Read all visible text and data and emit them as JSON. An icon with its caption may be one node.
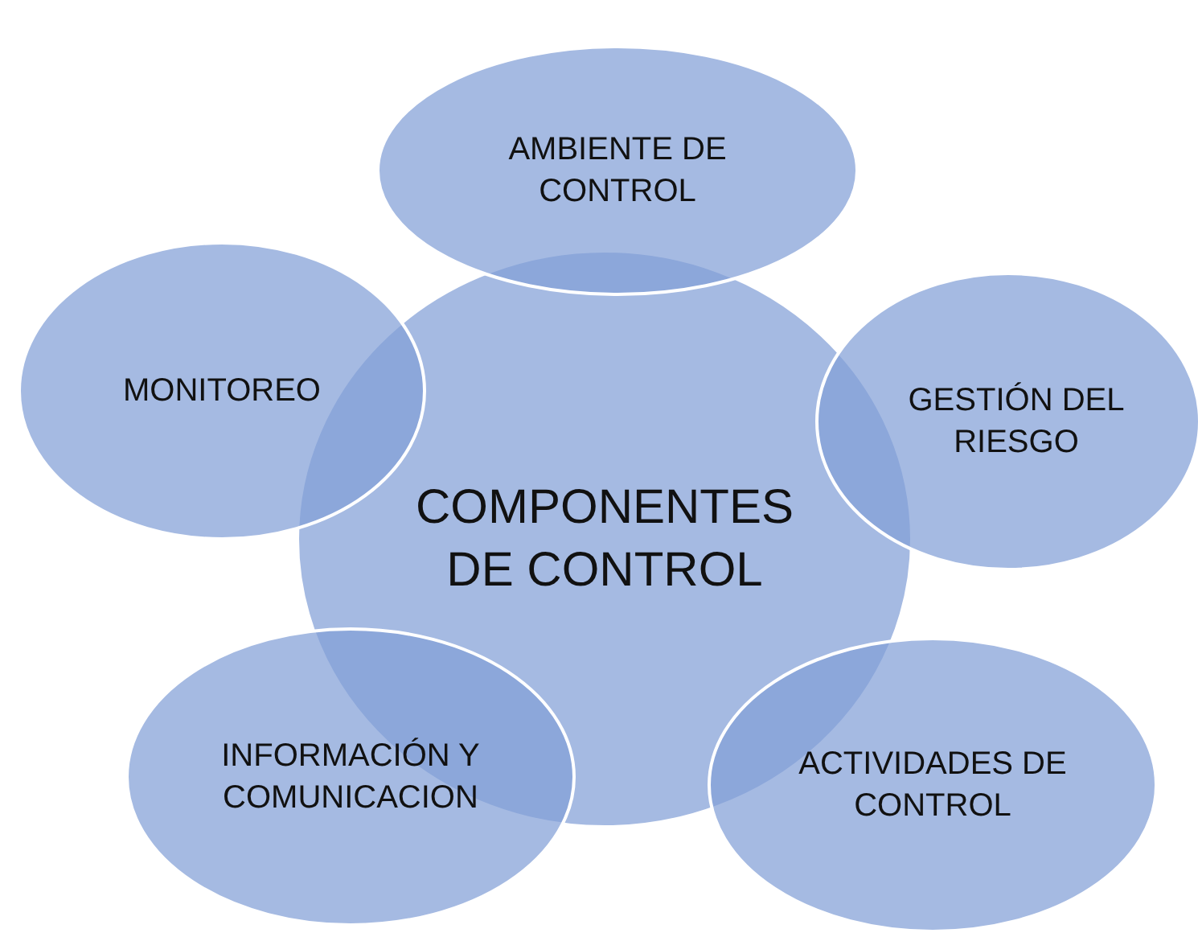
{
  "diagram": {
    "nodes": [
      {
        "text": [
          "COMPONENTES DE CONTROL"
        ]
      },
      {
        "text": [
          "AMBIENTE DE CONTROL"
        ]
      },
      {
        "text": [
          "GESTIÓN DEL RIESGO"
        ]
      },
      {
        "text": [
          "ACTIVIDADES DE CONTROL"
        ]
      },
      {
        "text": [
          "INFORMACIÓN Y COMUNICACION"
        ]
      },
      {
        "text": [
          "MONITOREO"
        ]
      }
    ]
  }
}
